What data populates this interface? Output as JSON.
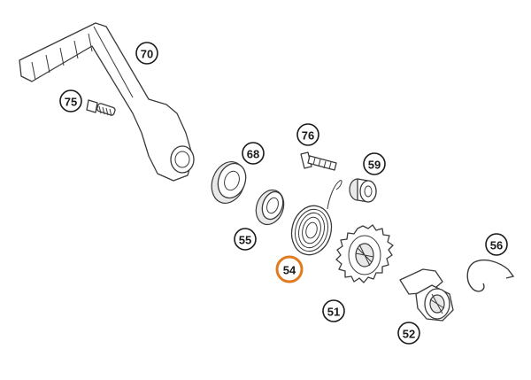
{
  "diagram": {
    "highlight_color": "#e07a1f",
    "callouts": [
      {
        "id": "70",
        "label": "70"
      },
      {
        "id": "75",
        "label": "75"
      },
      {
        "id": "68",
        "label": "68"
      },
      {
        "id": "76",
        "label": "76"
      },
      {
        "id": "59",
        "label": "59"
      },
      {
        "id": "55",
        "label": "55"
      },
      {
        "id": "54",
        "label": "54",
        "highlighted": true
      },
      {
        "id": "56",
        "label": "56"
      },
      {
        "id": "51",
        "label": "51"
      },
      {
        "id": "52",
        "label": "52"
      }
    ]
  }
}
